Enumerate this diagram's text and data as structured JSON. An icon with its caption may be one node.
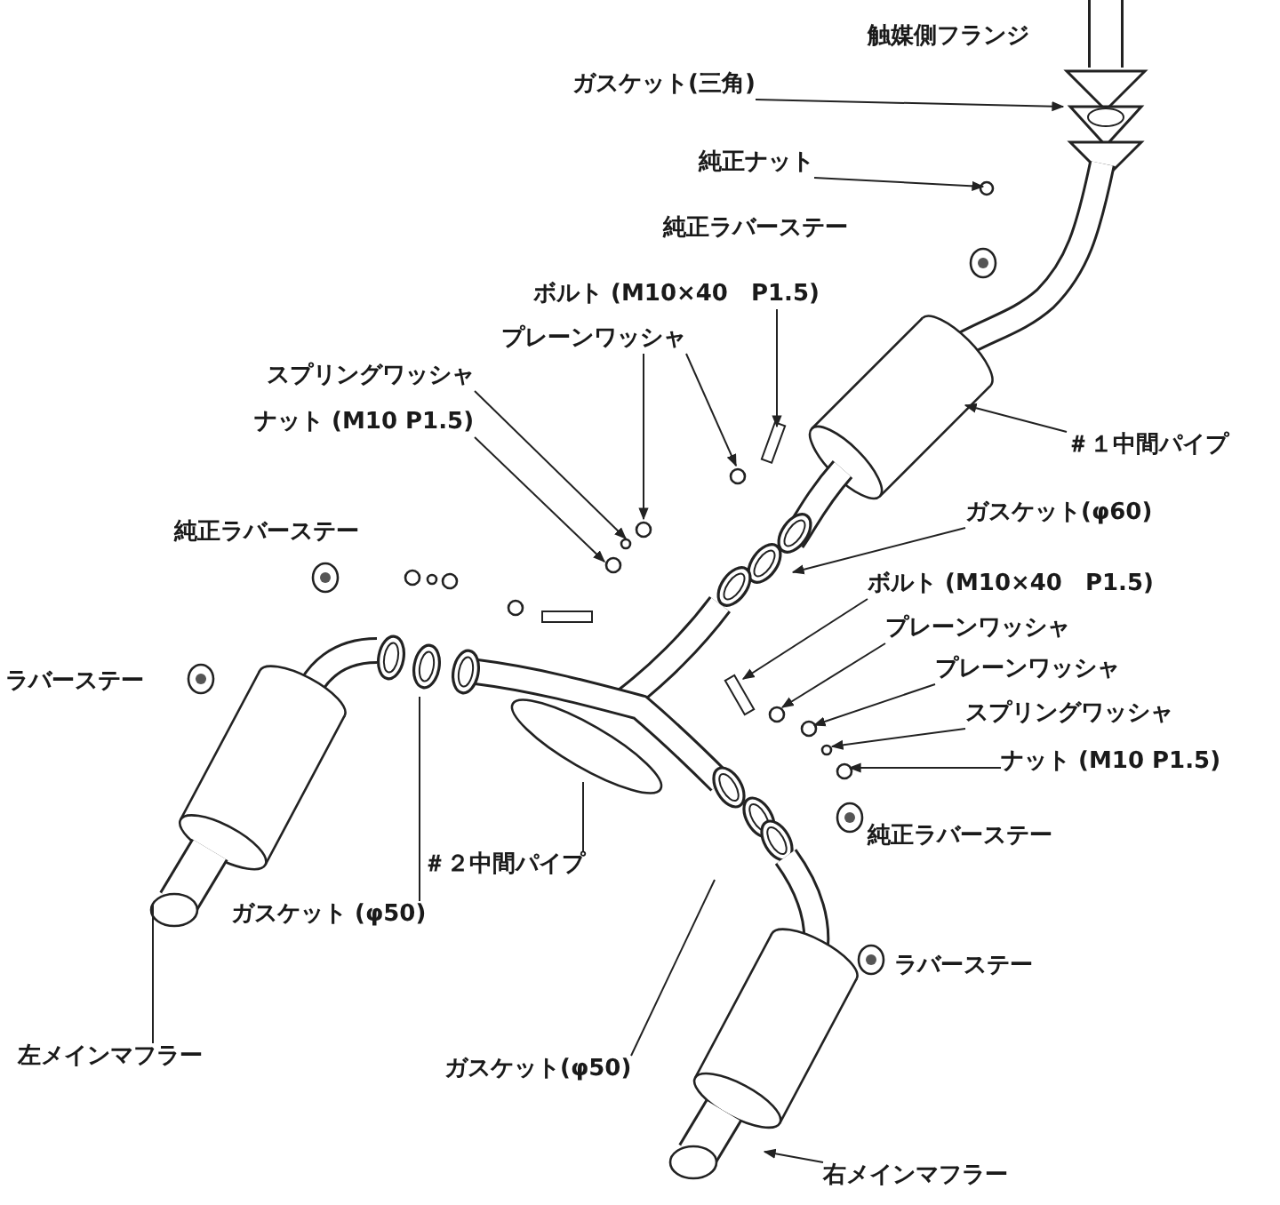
{
  "diagram": {
    "nodes": [
      {
        "text": [
          "ガスケット(三角)"
        ]
      },
      {
        "text": [
          "純正ナット"
        ]
      },
      {
        "text": [
          "ボルト (M10×40　P1.5)"
        ]
      },
      {
        "text": [
          "プレーンワッシャ"
        ]
      },
      {
        "text": [
          "スプリングワッシャ"
        ]
      },
      {
        "text": [
          "ナット (M10 P1.5)"
        ]
      },
      {
        "text": [
          "＃１中間パイプ"
        ]
      },
      {
        "text": [
          "ガスケット(φ60)"
        ]
      },
      {
        "text": [
          "ボルト (M10×40　P1.5)"
        ]
      },
      {
        "text": [
          "プレーンワッシャ"
        ]
      },
      {
        "text": [
          "プレーンワッシャ"
        ]
      },
      {
        "text": [
          "スプリングワッシャ"
        ]
      },
      {
        "text": [
          "ナット (M10 P1.5)"
        ]
      },
      {
        "text": [
          "＃２中間パイプ"
        ]
      },
      {
        "text": [
          "ガスケット (φ50)"
        ]
      },
      {
        "text": [
          "左メインマフラー"
        ]
      },
      {
        "text": [
          "ガスケット(φ50)"
        ]
      },
      {
        "text": [
          "右メインマフラー"
        ]
      }
    ],
    "edges": [
      {
        "from": 0,
        "to": null,
        "arrow": "to"
      },
      {
        "from": 1,
        "to": null,
        "arrow": "to"
      },
      {
        "from": 2,
        "to": null,
        "arrow": "to"
      },
      {
        "from": 3,
        "to": null,
        "arrow": "to"
      },
      {
        "from": 3,
        "to": null,
        "arrow": "to"
      },
      {
        "from": 4,
        "to": null,
        "arrow": "to"
      },
      {
        "from": 5,
        "to": null,
        "arrow": "to"
      },
      {
        "from": 6,
        "to": null,
        "arrow": "to"
      },
      {
        "from": 7,
        "to": null,
        "arrow": "to"
      },
      {
        "from": 8,
        "to": null,
        "arrow": "to"
      },
      {
        "from": 9,
        "to": null,
        "arrow": "to"
      },
      {
        "from": 10,
        "to": null,
        "arrow": "to"
      },
      {
        "from": 11,
        "to": null,
        "arrow": "to"
      },
      {
        "from": 12,
        "to": null,
        "arrow": "to"
      },
      {
        "from": 13,
        "to": null,
        "arrow": "none"
      },
      {
        "from": 14,
        "to": null,
        "arrow": "none"
      },
      {
        "from": 15,
        "to": null,
        "arrow": "none"
      },
      {
        "from": 16,
        "to": null,
        "arrow": "none"
      },
      {
        "from": 17,
        "to": null,
        "arrow": "to"
      }
    ],
    "labels": [
      "触媒側フランジ",
      "純正ラバーステー",
      "純正ラバーステー",
      "ラバーステー",
      "純正ラバーステー",
      "ラバーステー"
    ]
  }
}
